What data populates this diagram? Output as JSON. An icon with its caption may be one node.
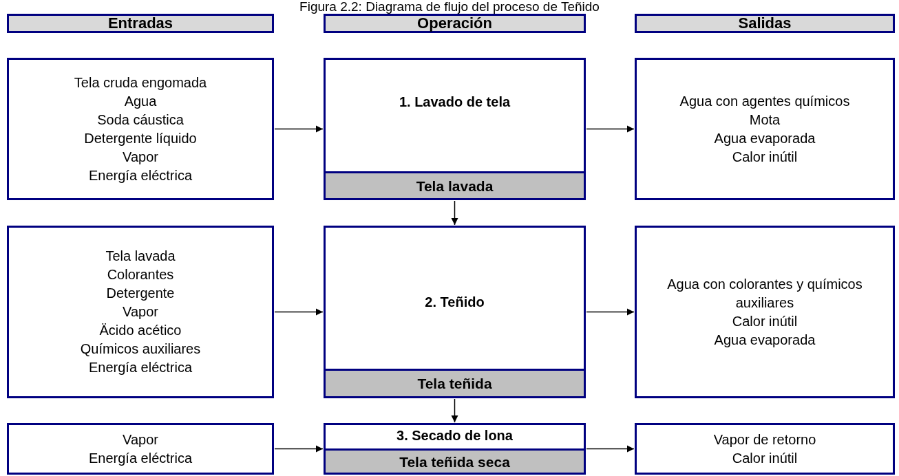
{
  "diagram": {
    "title": "Figura 2.2: Diagrama de flujo del proceso de Teñido",
    "nodes": [
      {
        "text": [
          "Entradas"
        ]
      },
      {
        "text": [
          "Operación"
        ]
      },
      {
        "text": [
          "Salidas"
        ]
      },
      {
        "text": [
          "Tela cruda engomada",
          "Agua",
          "Soda cáustica",
          "Detergente líquido",
          "Vapor",
          "Energía eléctrica"
        ]
      },
      {
        "text": [
          "1. Lavado de tela"
        ]
      },
      {
        "text": [
          "Tela lavada"
        ],
        "in": 4
      },
      {
        "text": [
          "Agua con agentes químicos",
          "Mota",
          "Agua evaporada",
          "Calor inútil"
        ]
      },
      {
        "text": [
          "Tela lavada",
          "Colorantes",
          "Detergente",
          "Vapor",
          "Äcido acético",
          "Químicos auxiliares",
          "Energía eléctrica"
        ]
      },
      {
        "text": [
          "2. Teñido"
        ]
      },
      {
        "text": [
          "Tela teñida"
        ],
        "in": 8
      },
      {
        "text": [
          "Agua con colorantes y químicos auxiliares",
          "Calor inútil",
          "Agua evaporada"
        ]
      },
      {
        "text": [
          "Vapor",
          "Energía eléctrica"
        ]
      },
      {
        "text": [
          "3. Secado de lona"
        ]
      },
      {
        "text": [
          "Tela teñida seca"
        ],
        "in": 12
      },
      {
        "text": [
          "Vapor de retorno",
          "Calor inútil"
        ]
      }
    ],
    "edges": [
      {
        "from": 3,
        "to": 4,
        "arrow": "to"
      },
      {
        "from": 4,
        "to": 6,
        "arrow": "to"
      },
      {
        "from": 5,
        "to": 8,
        "arrow": "to"
      },
      {
        "from": 7,
        "to": 8,
        "arrow": "to"
      },
      {
        "from": 8,
        "to": 10,
        "arrow": "to"
      },
      {
        "from": 9,
        "to": 12,
        "arrow": "to"
      },
      {
        "from": 11,
        "to": 12,
        "arrow": "to"
      },
      {
        "from": 12,
        "to": 14,
        "arrow": "to"
      }
    ]
  }
}
